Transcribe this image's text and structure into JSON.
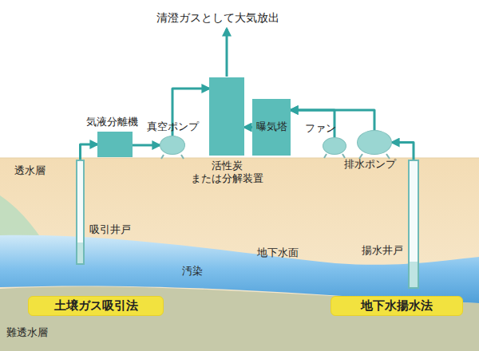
{
  "diagram": {
    "nodes": [
      {
        "text": [
          "気液分離機"
        ]
      },
      {
        "text": [
          "真空ポンプ"
        ]
      },
      {
        "text": [
          "活性炭 または分解装置"
        ]
      },
      {
        "text": [
          "曝気塔"
        ]
      },
      {
        "text": [
          "ファン"
        ]
      },
      {
        "text": [
          "排水ポンプ"
        ]
      },
      {
        "text": [
          "吸引井戸"
        ]
      },
      {
        "text": [
          "揚水井戸"
        ]
      },
      {
        "text": [
          "土壌ガス吸引法"
        ]
      },
      {
        "text": [
          "地下水揚水法"
        ]
      }
    ],
    "edges": [
      {
        "from": 6,
        "to": 0,
        "arrow": "to"
      },
      {
        "from": 0,
        "to": 1,
        "arrow": "to"
      },
      {
        "from": 1,
        "to": 2,
        "arrow": "to"
      },
      {
        "from": 7,
        "to": 5,
        "arrow": "to"
      },
      {
        "from": 5,
        "to": 3,
        "arrow": "to"
      },
      {
        "from": 4,
        "to": 3,
        "arrow": "to"
      },
      {
        "from": 3,
        "to": 2,
        "arrow": "to"
      }
    ],
    "labels": [
      "清澄ガスとして大気放出",
      "透水層",
      "地下水面",
      "汚染",
      "難透水層"
    ]
  }
}
